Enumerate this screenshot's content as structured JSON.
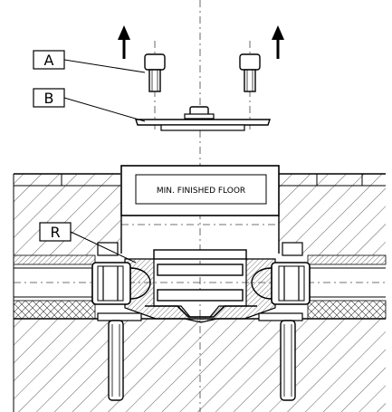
{
  "labels": {
    "a": "A",
    "b": "B",
    "r": "R",
    "floor": "MIN. FINISHED FLOOR"
  },
  "colors": {
    "line": "#000000",
    "hatch": "#333333",
    "background": "#ffffff"
  }
}
